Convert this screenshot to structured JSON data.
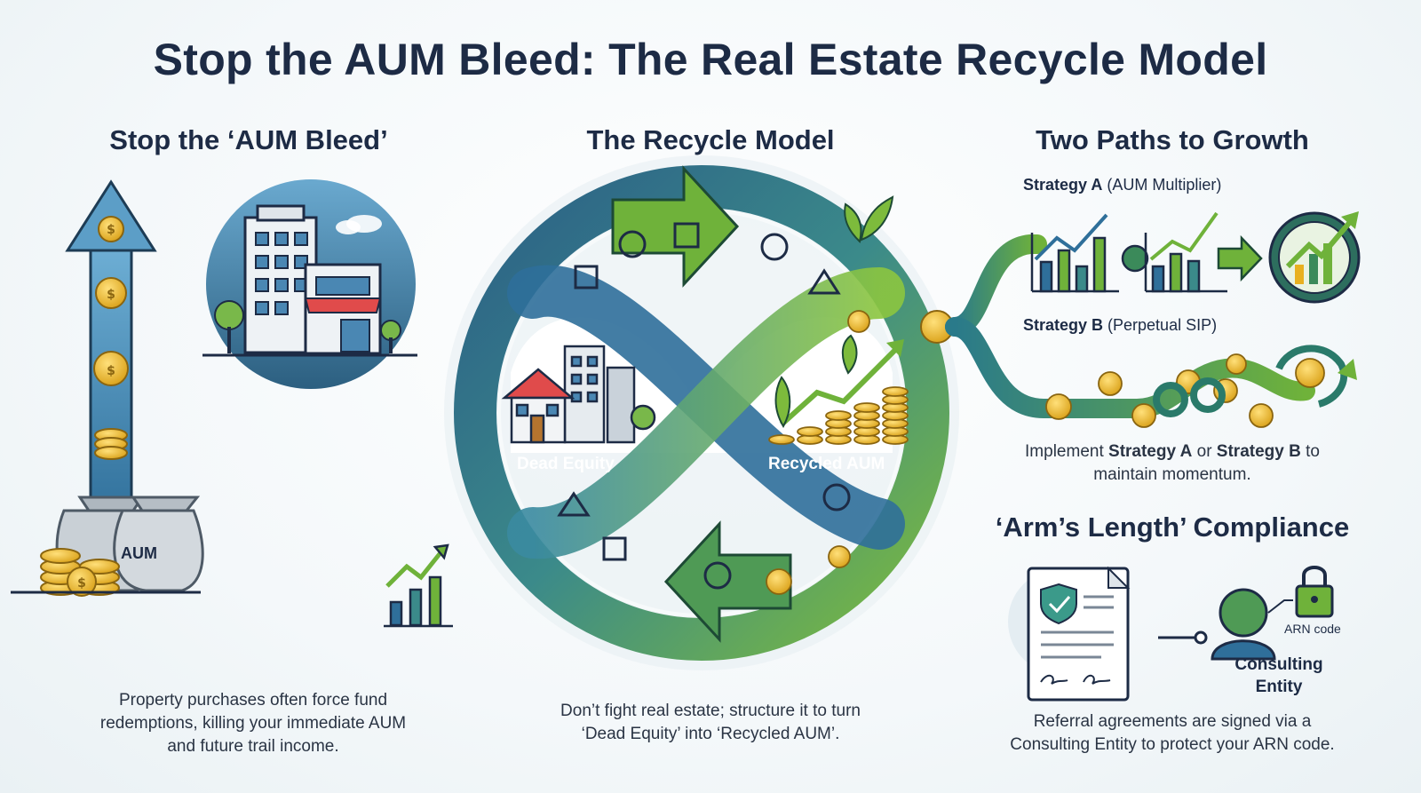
{
  "title": "Stop the AUM Bleed: The Real Estate Recycle Model",
  "left": {
    "heading": "Stop the ‘AUM Bleed’",
    "bag_label": "AUM",
    "caption_lines": [
      "Property purchases often force fund",
      "redemptions, killing your immediate AUM",
      "and future trail income."
    ]
  },
  "center": {
    "heading": "The Recycle Model",
    "dead_equity": "Dead Equity",
    "recycled_aum": "Recycled AUM",
    "caption_lines": [
      "Don’t fight real estate; structure it to turn",
      "‘Dead Equity’ into ‘Recycled AUM’."
    ]
  },
  "right": {
    "heading": "Two Paths to Growth",
    "strategy_a_bold": "Strategy A",
    "strategy_a_rest": " (AUM Multiplier)",
    "strategy_b_bold": "Strategy B",
    "strategy_b_rest": " (Perpetual SIP)",
    "implement_pre": "Implement ",
    "implement_a": "Strategy A",
    "implement_or": " or ",
    "implement_b": "Strategy B",
    "implement_post": " to",
    "implement_line2": "maintain momentum.",
    "compliance_heading": "‘Arm’s Length’ Compliance",
    "arn_label": "ARN code",
    "consulting_line1": "Consulting",
    "consulting_line2": "Entity",
    "caption_lines": [
      "Referral agreements are signed via a",
      "Consulting Entity to protect your ARN code."
    ]
  },
  "colors": {
    "navy": "#1d2b45",
    "blue": "#2f6f9a",
    "teal": "#2a8a8a",
    "green": "#6fb23a",
    "gold": "#e8b020"
  },
  "icons": [
    "up-arrow-icon",
    "coin-icon",
    "money-bag-icon",
    "city-buildings-icon",
    "growth-chart-icon",
    "recycle-loop-icon",
    "plant-icon",
    "document-shield-icon",
    "person-icon",
    "lock-icon"
  ]
}
